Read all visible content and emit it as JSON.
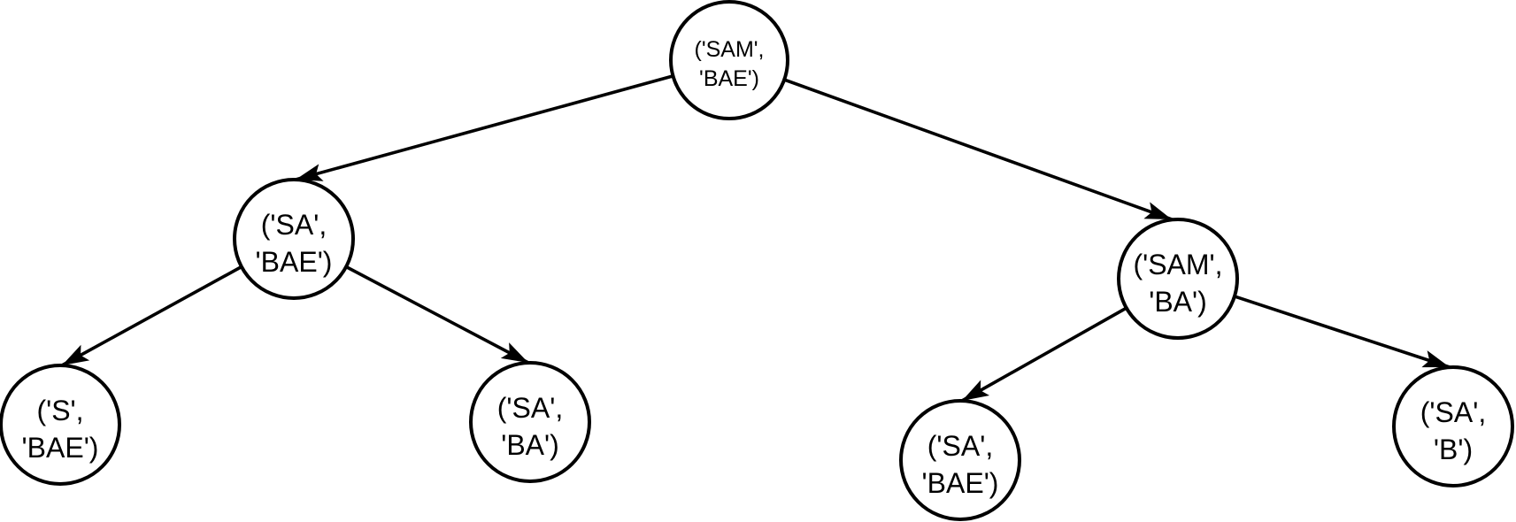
{
  "diagram": {
    "type": "binary-tree",
    "background_color": "#ffffff",
    "node_fill_color": "#ffffff",
    "stroke_color": "#000000",
    "text_color": "#000000",
    "nodes": [
      {
        "id": "root",
        "label": "('SAM', 'BAE')",
        "line1": "('SAM',",
        "line2": "'BAE')"
      },
      {
        "id": "left",
        "label": "('SA', 'BAE')",
        "line1": "('SA',",
        "line2": "'BAE')"
      },
      {
        "id": "right",
        "label": "('SAM', 'BA')",
        "line1": "('SAM',",
        "line2": "'BA')"
      },
      {
        "id": "left-left",
        "label": "('S', 'BAE')",
        "line1": "('S',",
        "line2": "'BAE')"
      },
      {
        "id": "left-right",
        "label": "('SA', 'BA')",
        "line1": "('SA',",
        "line2": "'BA')"
      },
      {
        "id": "right-left",
        "label": "('SA', 'BAE')",
        "line1": "('SA',",
        "line2": "'BAE')"
      },
      {
        "id": "right-right",
        "label": "('SA', 'B')",
        "line1": "('SA',",
        "line2": "'B')"
      }
    ],
    "edges": [
      {
        "from": "('SAM', 'BAE')",
        "to": "('SA', 'BAE')",
        "direction": "left"
      },
      {
        "from": "('SAM', 'BAE')",
        "to": "('SAM', 'BA')",
        "direction": "right"
      },
      {
        "from": "('SA', 'BAE')",
        "to": "('S', 'BAE')",
        "direction": "left"
      },
      {
        "from": "('SA', 'BAE')",
        "to": "('SA', 'BA')",
        "direction": "right"
      },
      {
        "from": "('SAM', 'BA')",
        "to": "('SA', 'BAE')",
        "direction": "left"
      },
      {
        "from": "('SAM', 'BA')",
        "to": "('SA', 'B')",
        "direction": "right"
      }
    ]
  }
}
